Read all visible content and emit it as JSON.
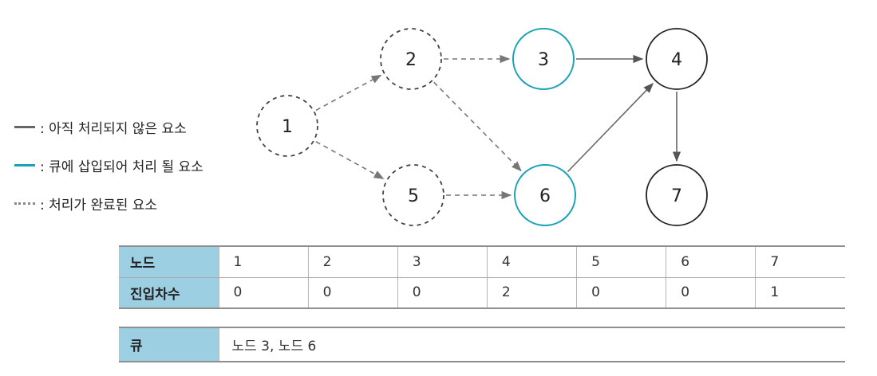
{
  "legend": [
    {
      "style": "solid-gray",
      "text": ": 아직 처리되지 않은 요소"
    },
    {
      "style": "solid-teal",
      "text": ": 큐에 삽입되어 처리 될 요소"
    },
    {
      "style": "dotted",
      "text": ": 처리가 완료된 요소"
    }
  ],
  "colors": {
    "teal": "#1aa3b7",
    "gray": "#555555",
    "header_bg": "#9dcfe3"
  },
  "nodes": [
    {
      "id": "1",
      "state": "done"
    },
    {
      "id": "2",
      "state": "done"
    },
    {
      "id": "3",
      "state": "queued"
    },
    {
      "id": "4",
      "state": "pending"
    },
    {
      "id": "5",
      "state": "done"
    },
    {
      "id": "6",
      "state": "queued"
    },
    {
      "id": "7",
      "state": "pending"
    }
  ],
  "edges": [
    {
      "from": "1",
      "to": "2",
      "state": "done"
    },
    {
      "from": "1",
      "to": "5",
      "state": "done"
    },
    {
      "from": "2",
      "to": "3",
      "state": "done"
    },
    {
      "from": "2",
      "to": "6",
      "state": "done"
    },
    {
      "from": "5",
      "to": "6",
      "state": "done"
    },
    {
      "from": "3",
      "to": "4",
      "state": "pending"
    },
    {
      "from": "6",
      "to": "4",
      "state": "pending"
    },
    {
      "from": "4",
      "to": "7",
      "state": "pending"
    }
  ],
  "indegree_table": {
    "row1_header": "노드",
    "row2_header": "진입차수",
    "nodes": [
      "1",
      "2",
      "3",
      "4",
      "5",
      "6",
      "7"
    ],
    "indegrees": [
      "0",
      "0",
      "0",
      "2",
      "0",
      "0",
      "1"
    ]
  },
  "queue_table": {
    "header": "큐",
    "value": "노드 3, 노드 6"
  }
}
